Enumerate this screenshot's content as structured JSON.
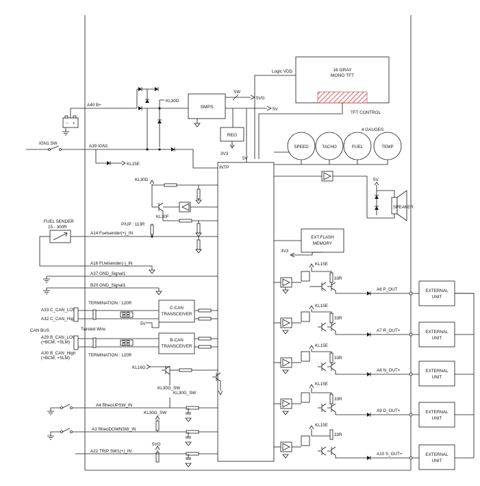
{
  "labels": {
    "logic_vdd": "Logic VDD",
    "tft_title1": "16 GRAY",
    "tft_title2": "MONO TFT",
    "tft_control": "TFT CONTROL",
    "sw": "SW",
    "v5g": "5VG",
    "v5": "5V",
    "smps": "SMPS",
    "kl30d": "KL30D",
    "a40": "A40 B+",
    "reg": "REG",
    "v3v3": "3V3",
    "gauges_title": "4 GAUGES",
    "speed": "SPEED",
    "tacho": "TACHO",
    "fuel": "FUEL",
    "temp": "TEMP",
    "ign1_sw": "IGN1 SW",
    "a39": "A39 IGN1",
    "kl15e": "KL15E",
    "intp": "INTP",
    "v5_intp": "5V",
    "kl30d_2": "KL30D",
    "v5_spk": "5V",
    "speaker": "SPEAKER",
    "kl30f": "KL30F",
    "pup": "P/UP : 113R",
    "fuel_sender1": "FUEL SENDER",
    "fuel_sender2": "15 - 300R",
    "a14": "A14 Fuelsender(+)_IN",
    "ext_flash1": "EXT.FLASH",
    "ext_flash2": "MEMORY",
    "v3v3_flash": "3V3",
    "a16": "A16 FUelsender(-)_IN",
    "a37": "A37 GND_Signal1",
    "b20": "B20 GND_Signal1",
    "termination1": "TERMINATION : 120R",
    "a33": "A33 C_CAN_LOW",
    "a32": "A32 C_CAN_High",
    "can_bus": "CAN BUS",
    "twisted_wire": "Twisted Wire",
    "a29_1": "A29 B_CAN_LOW",
    "a29_2": "(+BCM, +SLM)",
    "a30_1": "A30 B_CAN_High",
    "a30_2": "(+BCM, +SLM)",
    "termination2": "TERMINATION : 120R",
    "ccan1": "C-CAN",
    "ccan2": "TRANSCEIVER",
    "bcan1": "B-CAN",
    "bcan2": "TRANSCEIVER",
    "v5_can": "5V",
    "kl16g": "KL16G",
    "kl30g_sw_a": "KL30G_SW",
    "kl30g_sw_b": "KL30G_SW",
    "a4": "A4 RheoUPSW_IN",
    "kl30g_sw_c": "KL30G_SW",
    "a3": "A3 RheoDOWNSW_IN",
    "v5g_2": "5VG",
    "a22": "A22 TRIP SW1(+)_IN",
    "ohm33": "33R",
    "ext_unit1": "EXTERNAL",
    "ext_unit2": "UNIT",
    "a6": "A6 P_OUT",
    "a7": "A7 R_OUT+",
    "a8": "A8 N_OUT+",
    "a9": "A9 D_OUT+",
    "a10": "A10 S_OUT+"
  },
  "colors": {
    "line": "#111111",
    "hatch": "#d03030"
  }
}
